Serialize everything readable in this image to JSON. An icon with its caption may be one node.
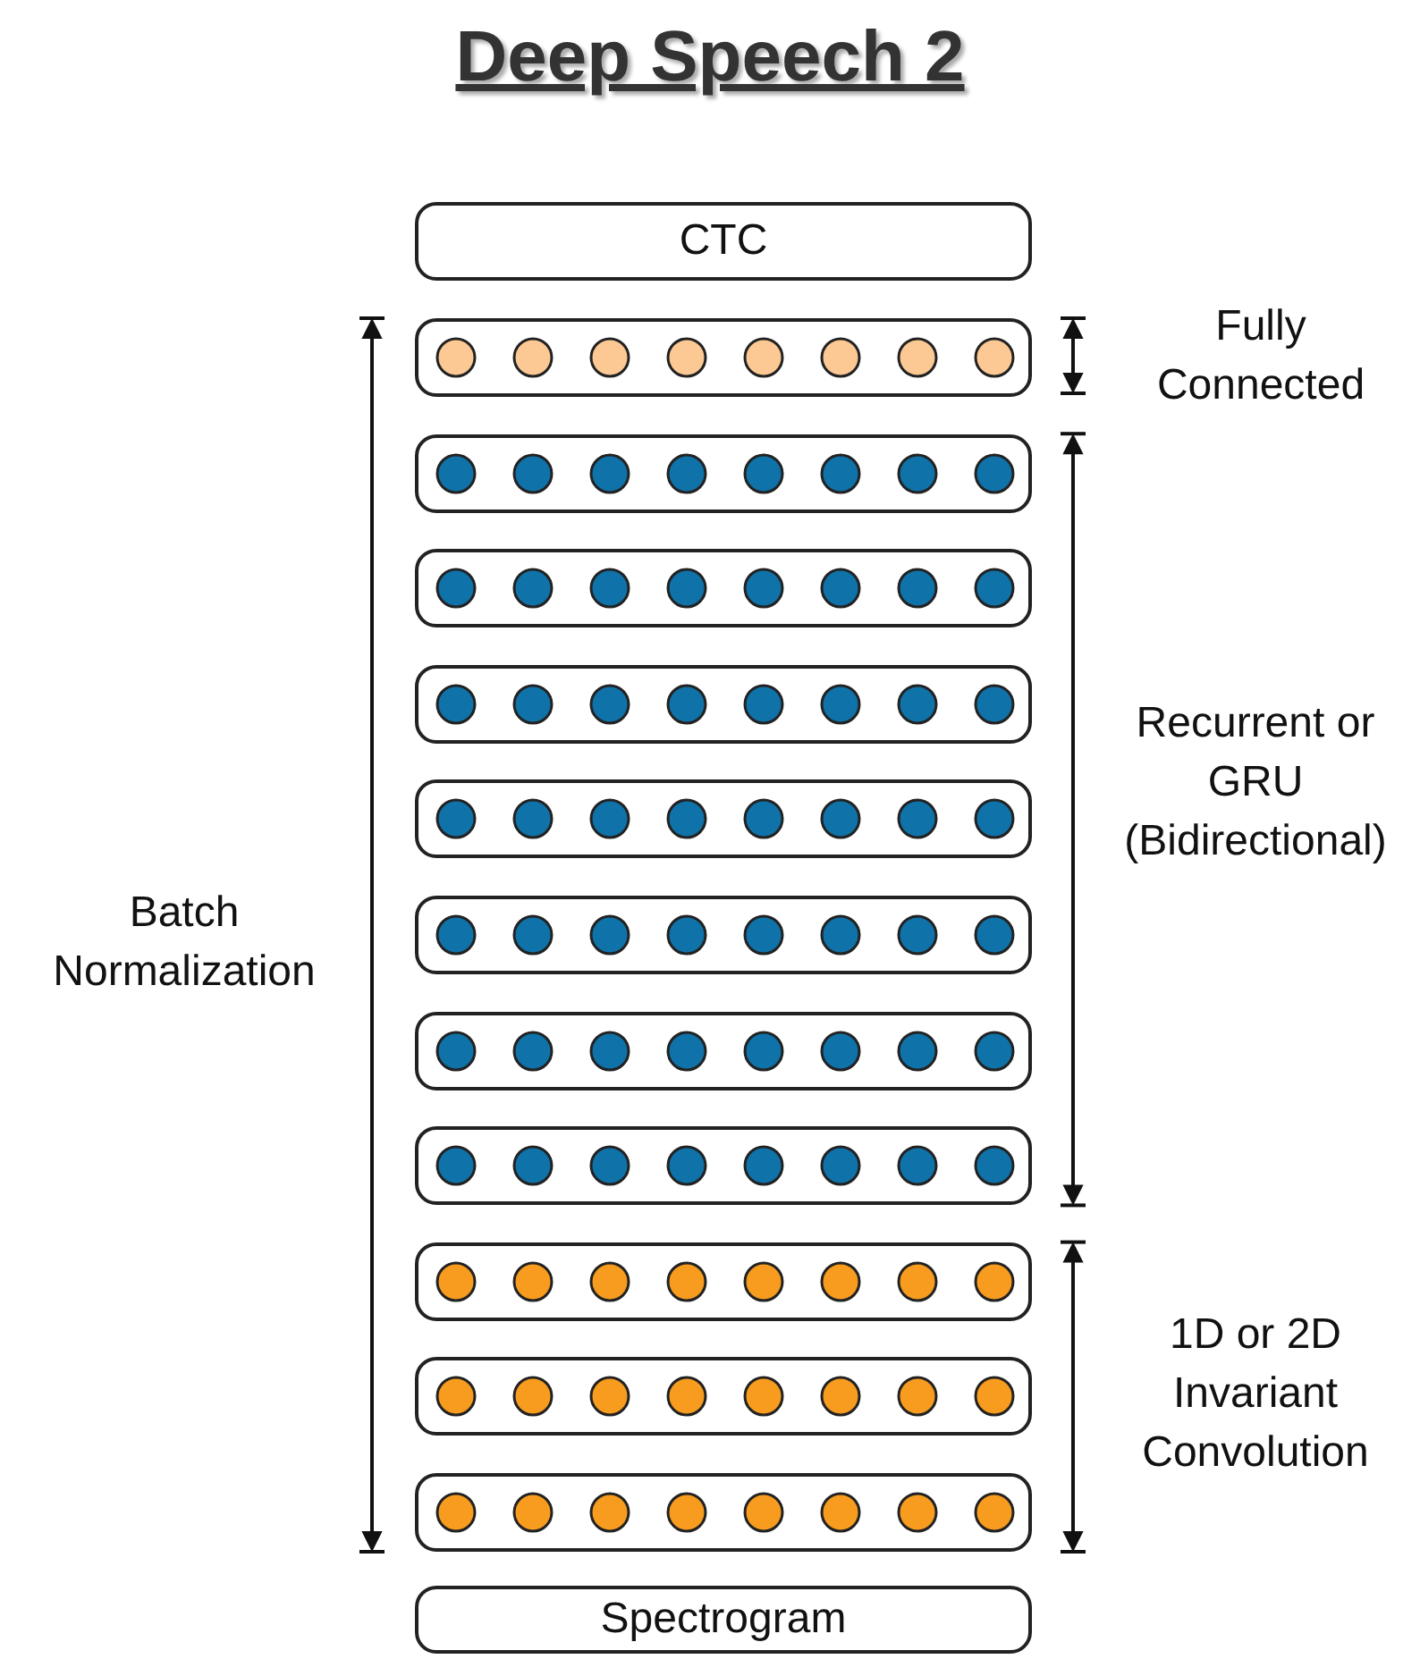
{
  "diagram": {
    "title": "Deep Speech 2",
    "nodes": [
      {
        "text": [
          "CTC"
        ]
      },
      {
        "text": [],
        "shape": "bar"
      },
      {
        "text": [],
        "shape": "bar"
      },
      {
        "text": [],
        "shape": "bar"
      },
      {
        "text": [],
        "shape": "bar"
      },
      {
        "text": [],
        "shape": "bar"
      },
      {
        "text": [],
        "shape": "bar"
      },
      {
        "text": [],
        "shape": "bar"
      },
      {
        "text": [],
        "shape": "bar"
      },
      {
        "text": [],
        "shape": "bar"
      },
      {
        "text": [],
        "shape": "bar"
      },
      {
        "text": [],
        "shape": "bar"
      },
      {
        "text": [
          "Spectrogram"
        ]
      }
    ],
    "labels": [
      "Fully Connected",
      "Recurrent or GRU (Bidirectional)",
      "Batch Normalization",
      "1D or 2D Invariant Convolution"
    ]
  }
}
